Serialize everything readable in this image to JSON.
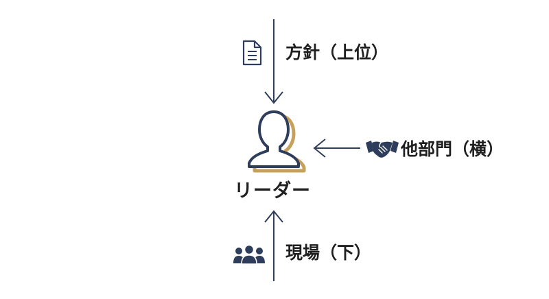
{
  "diagram": {
    "center": {
      "label": "リーダー",
      "icon": "person-outline-icon"
    },
    "top": {
      "label": "方針（上位）",
      "icon": "document-icon"
    },
    "right": {
      "label": "他部門（横）",
      "icon": "handshake-icon"
    },
    "bottom": {
      "label": "現場（下）",
      "icon": "group-icon"
    }
  },
  "colors": {
    "navy": "#2f3d5c",
    "gold": "#c6a15b",
    "text": "#1f1f1f"
  }
}
